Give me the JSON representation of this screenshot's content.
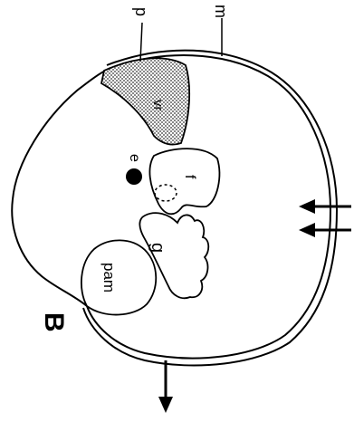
{
  "figure": {
    "panel_letter": "B",
    "labels": {
      "p": "p",
      "m": "m",
      "vr": "vr",
      "e": "e",
      "f": "f",
      "g": "g",
      "pam": "pam"
    }
  },
  "colors": {
    "ink": "#000000",
    "stipple": "#555555",
    "background": "#ffffff"
  }
}
